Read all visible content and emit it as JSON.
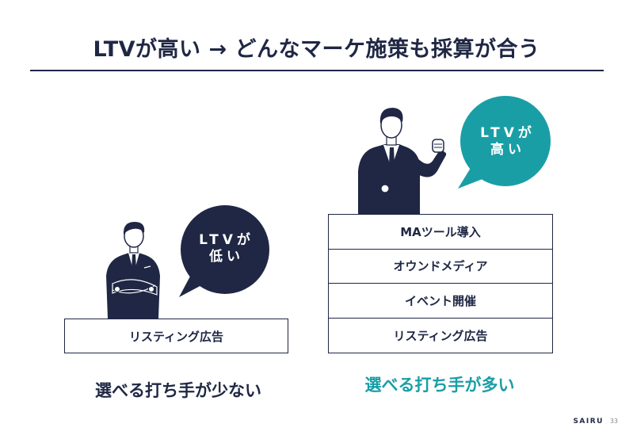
{
  "slide": {
    "title": "LTVが高い → どんなマーケ施策も採算が合う"
  },
  "left": {
    "bubble_line1": "LTVが",
    "bubble_line2": "低い",
    "box_label": "リスティング広告",
    "caption": "選べる打ち手が少ない"
  },
  "right": {
    "bubble_line1": "LTVが",
    "bubble_line2": "高い",
    "stack": [
      "MAツール導入",
      "オウンドメディア",
      "イベント開催",
      "リスティング広告"
    ],
    "caption": "選べる打ち手が多い"
  },
  "footer": {
    "brand": "SAIRU",
    "page": "33"
  },
  "colors": {
    "navy": "#1f2744",
    "teal": "#1a9ea6",
    "white": "#ffffff"
  }
}
